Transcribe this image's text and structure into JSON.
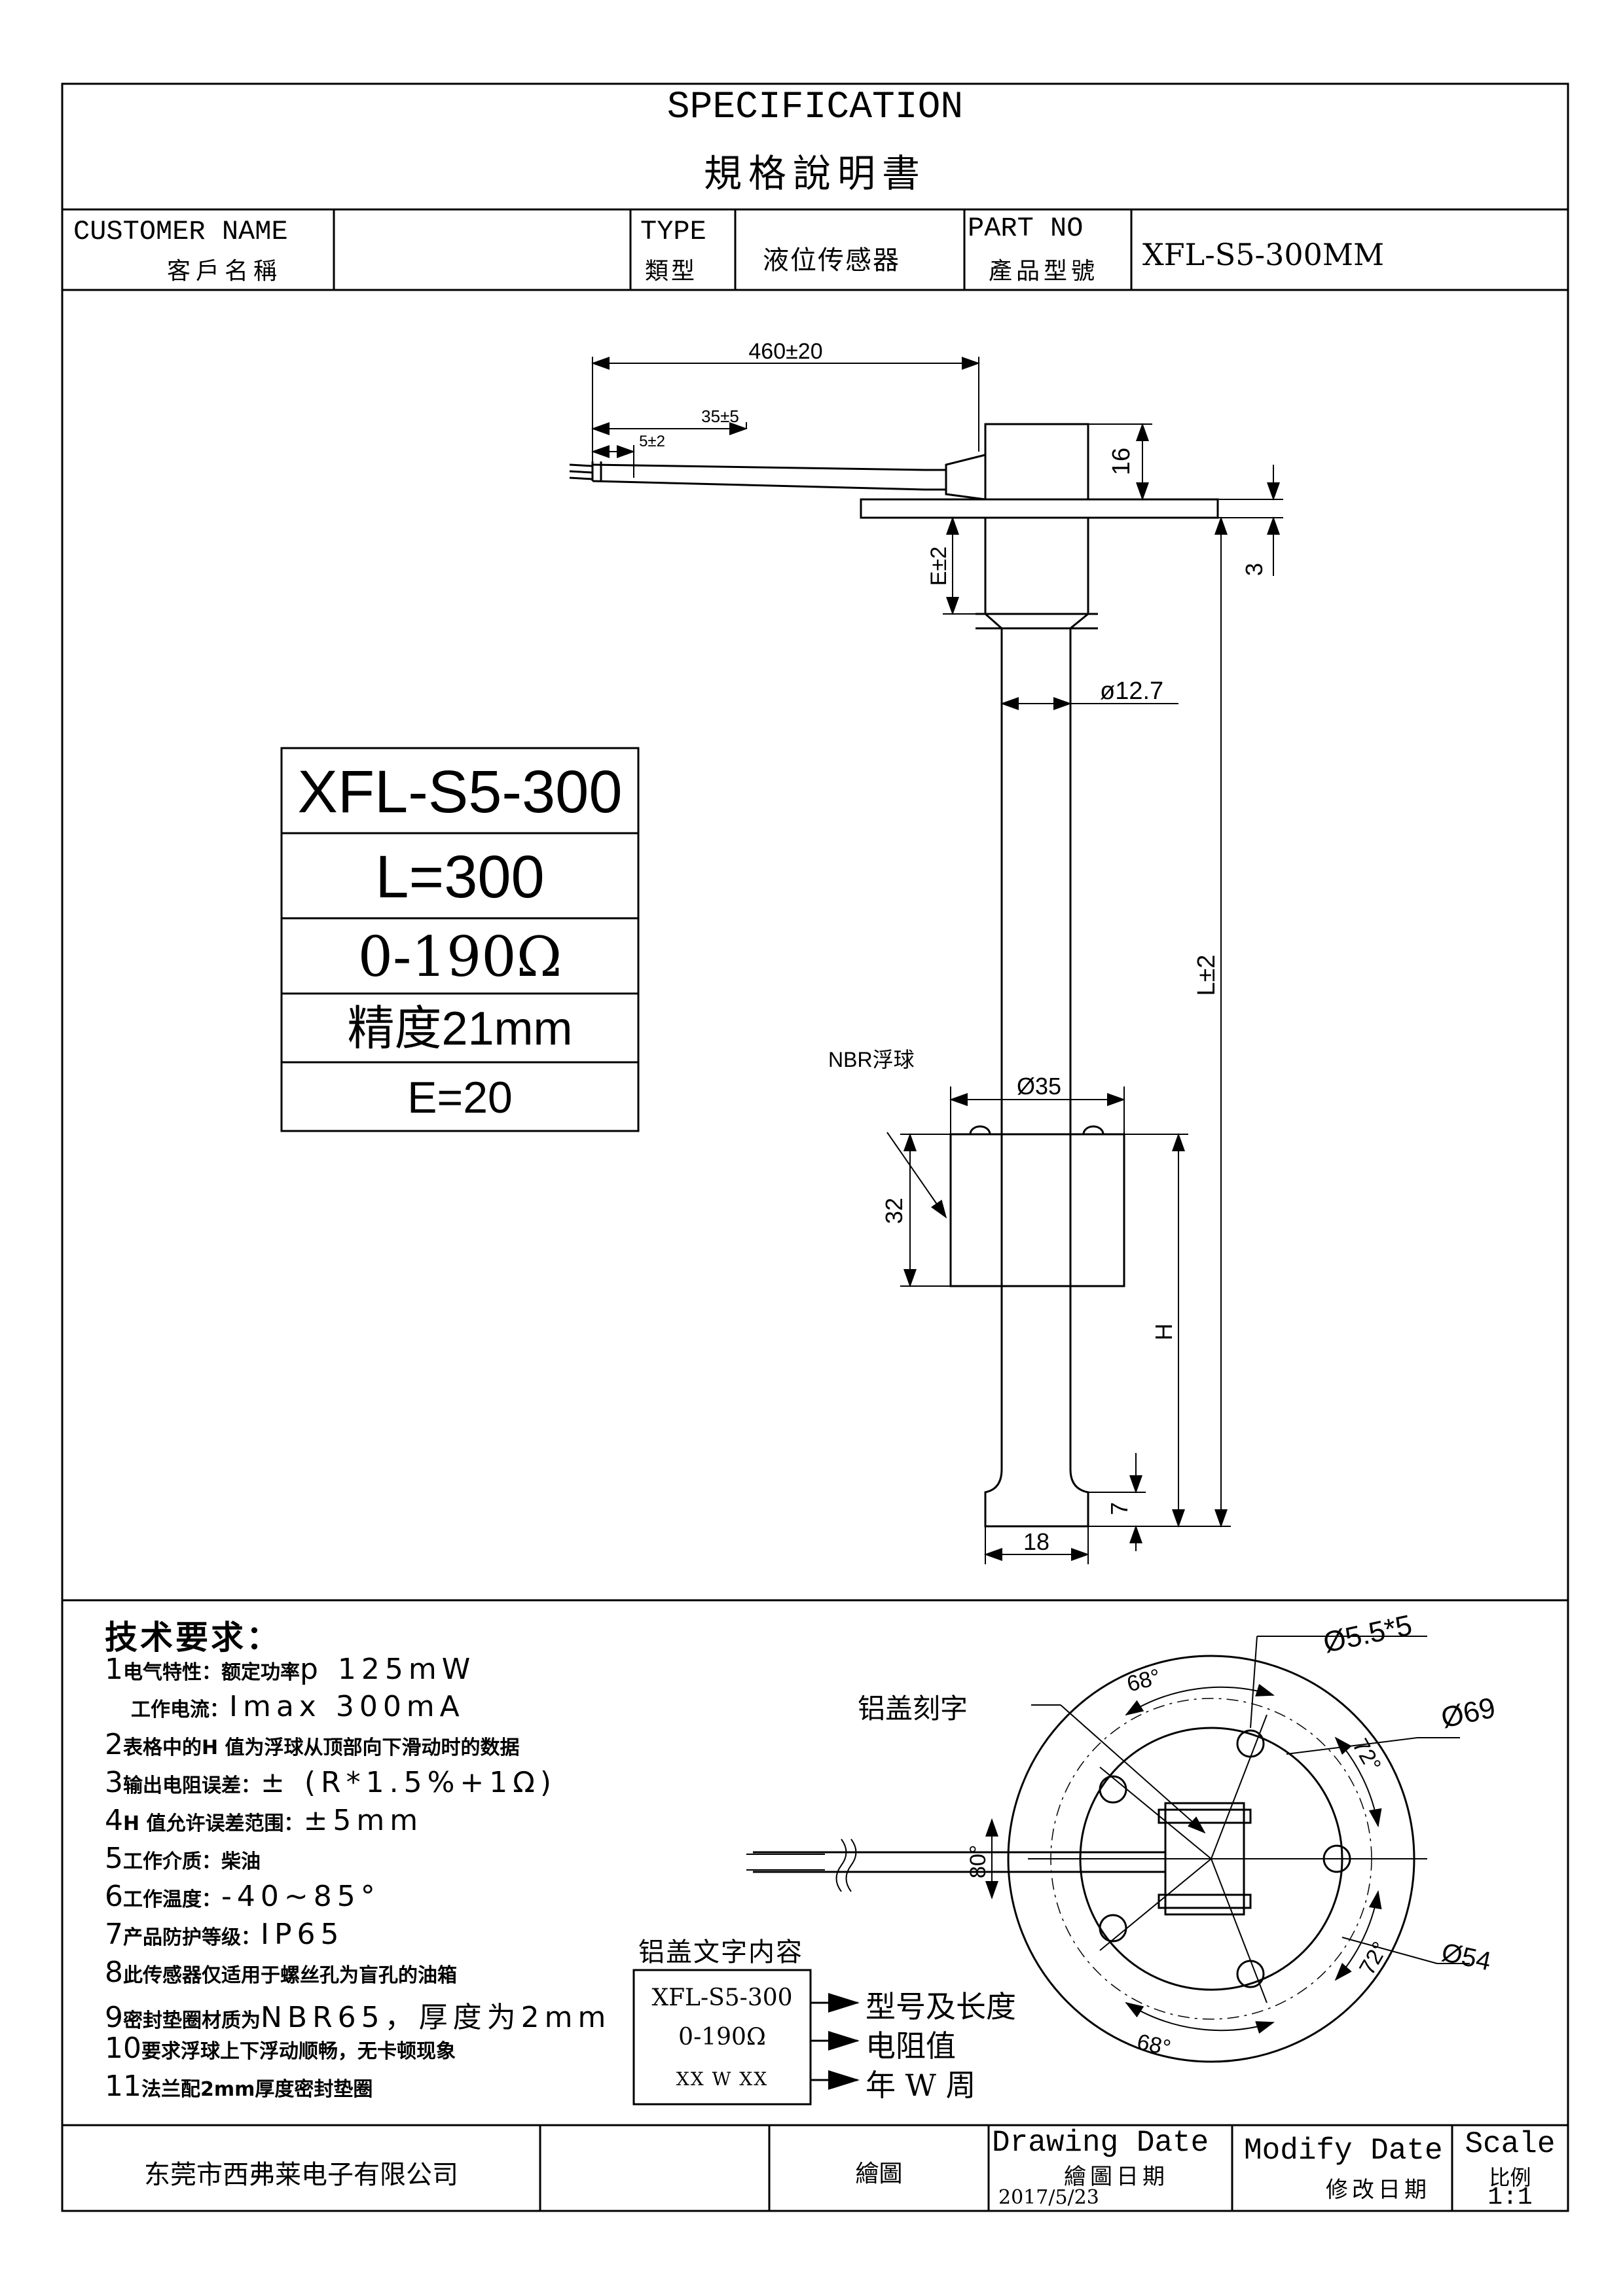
{
  "header": {
    "title_en": "SPECIFICATION",
    "title_zh": "規格說明書"
  },
  "info_row": {
    "customer_label_en": "CUSTOMER NAME",
    "customer_label_zh": "客戶名稱",
    "customer_value": "",
    "type_label_en": "TYPE",
    "type_label_zh": "類型",
    "type_value": "液位传感器",
    "part_label_en": "PART NO",
    "part_label_zh": "產品型號",
    "part_value": "XFL-S5-300MM"
  },
  "spec_box": {
    "model": "XFL-S5-300",
    "length": "L=300",
    "resistance": "0-190Ω",
    "accuracy": "精度21mm",
    "e_value": "E=20"
  },
  "dimensions": {
    "cable_length": "460±20",
    "strip_length": "35±5",
    "tip_length": "5±2",
    "head_height": "16",
    "flange_thickness": "3",
    "e_tol": "E±2",
    "tube_dia": "ø12.7",
    "l_tol": "L±2",
    "float_label": "NBR浮球",
    "float_dia": "Ø35",
    "float_height": "32",
    "h_label": "H",
    "bottom_gap": "7",
    "bottom_width": "18"
  },
  "flange": {
    "engraving_label": "铝盖刻字",
    "hole_spec": "Ø5.5*5",
    "outer_dia": "Ø69",
    "inner_dia": "Ø54",
    "angle_top": "68°",
    "angle_right_top": "72°",
    "angle_right_bottom": "72°",
    "angle_bottom": "68°",
    "angle_left": "80°"
  },
  "cover_text": {
    "heading": "铝盖文字内容",
    "line1": "XFL-S5-300",
    "line2": "0-190Ω",
    "line3": "XX W XX",
    "note1": "型号及长度",
    "note2": "电阻值",
    "note3": "年 W 周"
  },
  "requirements": {
    "heading": "技术要求：",
    "items": [
      {
        "n": "1",
        "k": "电气特性：额定功率",
        "v": "p    125mW"
      },
      {
        "n": "",
        "k": "工作电流：",
        "v": "Imax    300mA"
      },
      {
        "n": "2",
        "k": "表格中的H 值为浮球从顶部向下滑动时的数据",
        "v": ""
      },
      {
        "n": "3",
        "k": "输出电阻误差：",
        "v": "± (R*1.5%+1Ω)"
      },
      {
        "n": "4",
        "k": "H 值允许误差范围：",
        "v": "±5mm"
      },
      {
        "n": "5",
        "k": "工作介质：柴油",
        "v": ""
      },
      {
        "n": "6",
        "k": "工作温度：",
        "v": "-40~85°"
      },
      {
        "n": "7",
        "k": "产品防护等级：",
        "v": "IP65"
      },
      {
        "n": "8",
        "k": "此传感器仅适用于螺丝孔为盲孔的油箱",
        "v": ""
      },
      {
        "n": "9",
        "k": "密封垫圈材质为",
        "v": "NBR65，厚度为2mm"
      },
      {
        "n": "10",
        "k": "要求浮球上下浮动顺畅，无卡顿现象",
        "v": ""
      },
      {
        "n": "11",
        "k": "法兰配2mm厚度密封垫圈",
        "v": ""
      }
    ]
  },
  "footer": {
    "company": "东莞市西弗莱电子有限公司",
    "drawn_label": "繪圖",
    "drawing_date_en": "Drawing Date",
    "drawing_date_zh": "繪圖日期",
    "drawing_date_value": "2017/5/23",
    "modify_date_en": "Modify Date",
    "modify_date_zh": "修改日期",
    "scale_en": "Scale",
    "scale_zh": "比例",
    "scale_value": "1:1"
  }
}
